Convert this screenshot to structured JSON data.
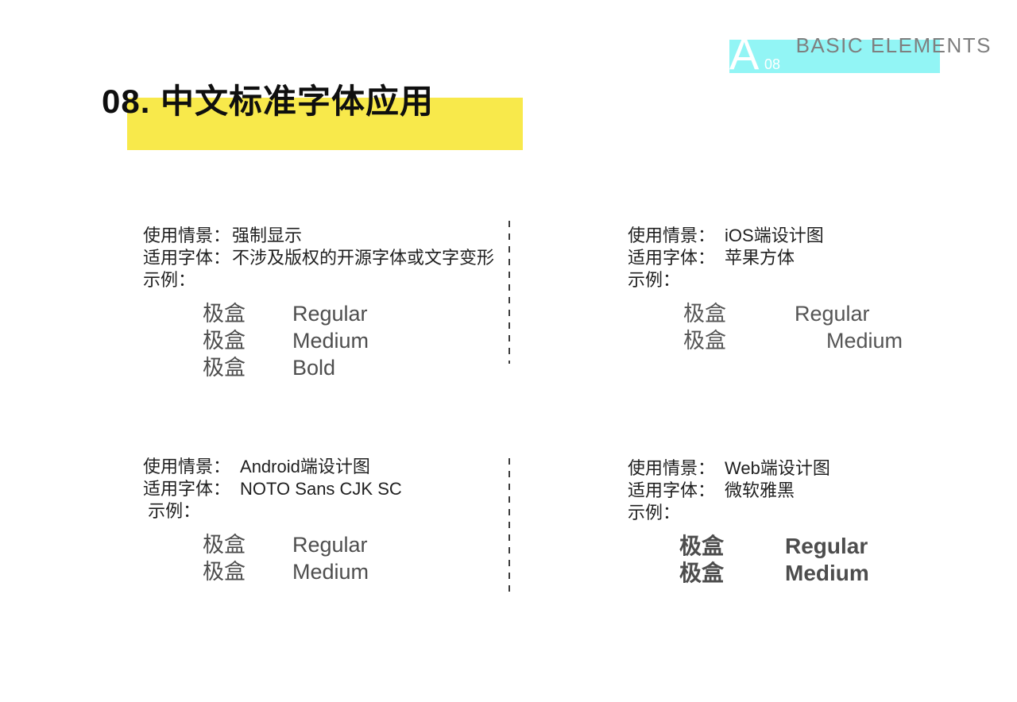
{
  "colors": {
    "cyan": "#92f5f5",
    "yellow": "#f8e94b"
  },
  "header": {
    "badge_letter": "A",
    "badge_number": "08",
    "title": "BASIC ELEMENTS"
  },
  "title": {
    "text": "08. 中文标准字体应用"
  },
  "quadrants": [
    {
      "id": "top-left",
      "rows": [
        {
          "label": "使用情景：",
          "value": "强制显示"
        },
        {
          "label": "适用字体：",
          "value": "不涉及版权的开源字体或文字变形"
        },
        {
          "label": "示例：",
          "value": ""
        }
      ],
      "examples": [
        {
          "cn": "极盒",
          "weight": "Regular"
        },
        {
          "cn": "极盒",
          "weight": "Medium"
        },
        {
          "cn": "极盒",
          "weight": "Bold"
        }
      ]
    },
    {
      "id": "top-right",
      "rows": [
        {
          "label": "使用情景：",
          "value": "iOS端设计图"
        },
        {
          "label": "适用字体：",
          "value": "苹果方体"
        },
        {
          "label": "示例：",
          "value": ""
        }
      ],
      "examples": [
        {
          "cn": "极盒",
          "weight": "Regular"
        },
        {
          "cn": "极盒",
          "weight": "Medium"
        }
      ]
    },
    {
      "id": "bottom-left",
      "rows": [
        {
          "label": "使用情景：",
          "value": "Android端设计图"
        },
        {
          "label": "适用字体：",
          "value": "NOTO Sans CJK SC"
        },
        {
          "label": " 示例：",
          "value": ""
        }
      ],
      "examples": [
        {
          "cn": "极盒",
          "weight": "Regular"
        },
        {
          "cn": "极盒",
          "weight": "Medium"
        }
      ]
    },
    {
      "id": "bottom-right",
      "rows": [
        {
          "label": "使用情景：",
          "value": "Web端设计图"
        },
        {
          "label": "适用字体：",
          "value": "微软雅黑"
        },
        {
          "label": "示例：",
          "value": ""
        }
      ],
      "examples": [
        {
          "cn": "极盒",
          "weight": "Regular"
        },
        {
          "cn": "极盒",
          "weight": "Medium"
        }
      ]
    }
  ]
}
